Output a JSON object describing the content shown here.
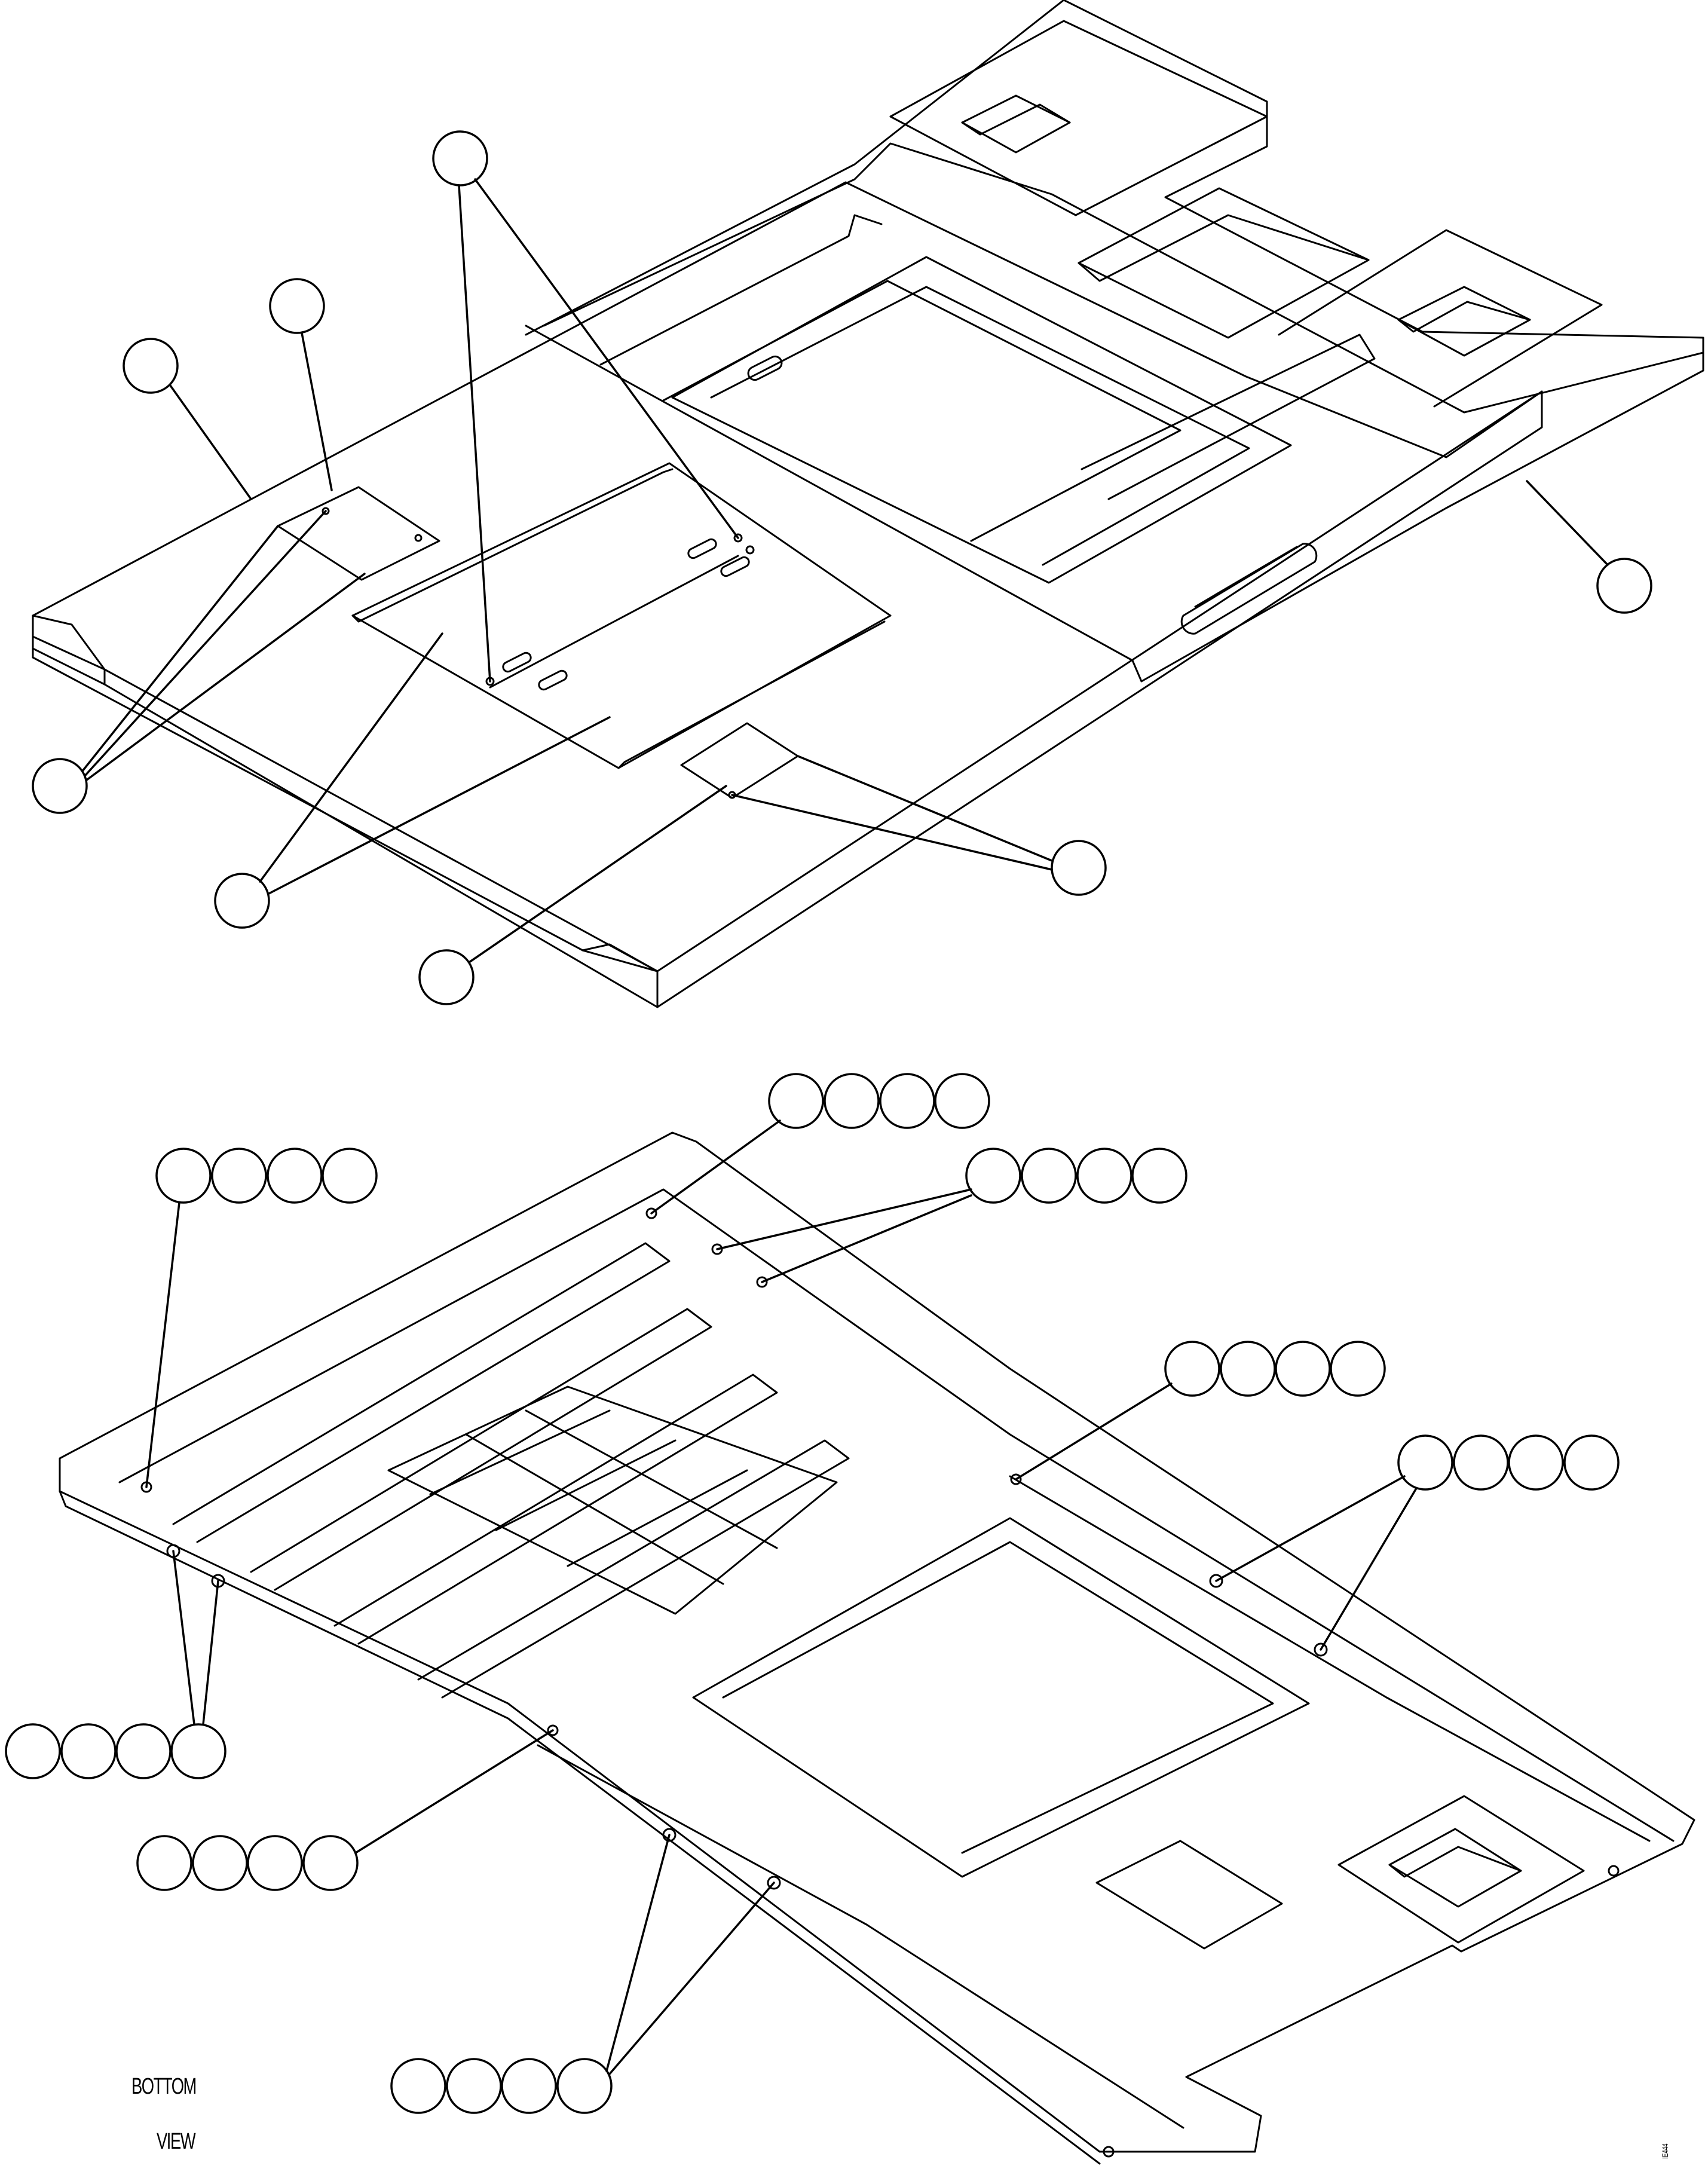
{
  "view_label": {
    "line1": "BOTTOM",
    "line2": "VIEW"
  },
  "figure_code": "IE444",
  "callouts": {
    "top": [
      {
        "id": "c1",
        "count": 1
      },
      {
        "id": "c2",
        "count": 1
      },
      {
        "id": "c3",
        "count": 1
      },
      {
        "id": "c4",
        "count": 1
      },
      {
        "id": "c5",
        "count": 1
      },
      {
        "id": "c6",
        "count": 1
      },
      {
        "id": "c7",
        "count": 1
      },
      {
        "id": "c8",
        "count": 1
      }
    ],
    "bottom": [
      {
        "id": "g1",
        "count": 4
      },
      {
        "id": "g2",
        "count": 4
      },
      {
        "id": "g3",
        "count": 4
      },
      {
        "id": "g4",
        "count": 4
      },
      {
        "id": "g5",
        "count": 4
      },
      {
        "id": "g6",
        "count": 4
      },
      {
        "id": "g7",
        "count": 4
      },
      {
        "id": "g8",
        "count": 4
      }
    ]
  },
  "colors": {
    "ink": "#000000",
    "paper": "#ffffff"
  }
}
